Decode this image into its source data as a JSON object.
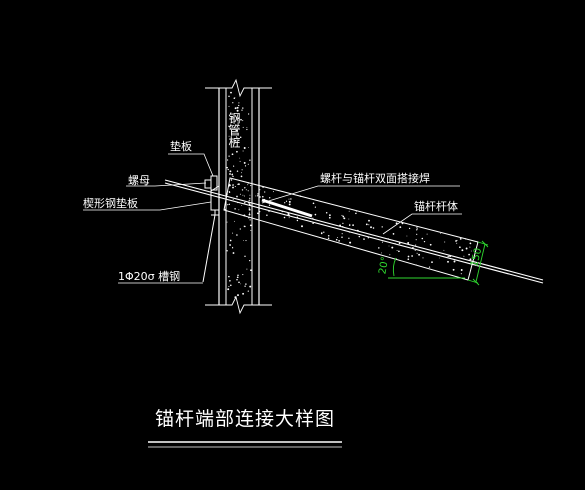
{
  "drawing": {
    "title": "锚杆端部连接大样图",
    "labels": {
      "steel_pipe_pile": "钢管桩",
      "backing_plate": "垫板",
      "nut": "螺母",
      "wedge_steel_pad": "楔形钢垫板",
      "channel_steel": "1Φ20σ 槽钢",
      "bolt_weld": "螺杆与锚杆双面搭接焊",
      "anchor_body": "锚杆杆体"
    },
    "dimensions": {
      "angle": "20°",
      "diameter": "150"
    },
    "colors": {
      "background": "#000000",
      "linework": "#ffffff",
      "dimension": "#2fd82f"
    }
  }
}
